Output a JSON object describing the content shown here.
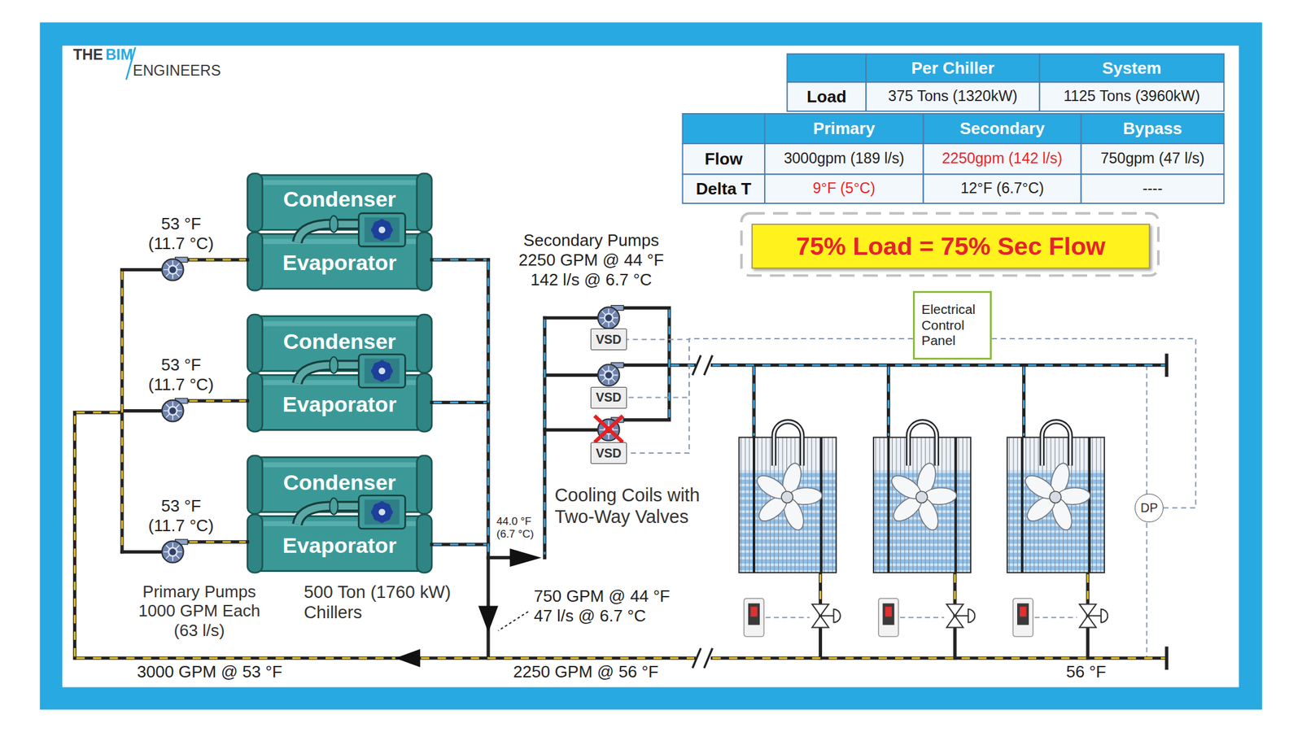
{
  "diagram": {
    "nodes": [
      {
        "text": [
          "75% Load = 75% Sec Flow"
        ]
      },
      {
        "text": [
          "Electrical Control Panel"
        ]
      },
      {
        "text": [
          "Condenser"
        ]
      },
      {
        "text": [
          "Evaporator"
        ]
      },
      {
        "text": [
          "Condenser"
        ]
      },
      {
        "text": [
          "Evaporator"
        ]
      },
      {
        "text": [
          "Condenser"
        ]
      },
      {
        "text": [
          "Evaporator"
        ]
      },
      {
        "text": [
          "VSD"
        ]
      },
      {
        "text": [
          "VSD"
        ]
      },
      {
        "text": [
          "VSD"
        ]
      },
      {
        "text": [
          "DP"
        ]
      }
    ],
    "edges": [
      {
        "from": 1,
        "to": 8,
        "arrow": "none"
      },
      {
        "from": 1,
        "to": 9,
        "arrow": "none"
      },
      {
        "from": 1,
        "to": 10,
        "arrow": "none"
      },
      {
        "from": 11,
        "to": 1,
        "arrow": "none"
      }
    ],
    "labels": [
      "THE",
      "BIM",
      "ENGINEERS",
      "Per Chiller",
      "System",
      "Load",
      "375 Tons (1320kW)",
      "1125 Tons (3960kW)",
      "Primary",
      "Secondary",
      "Bypass",
      "Flow",
      "3000gpm (189 l/s)",
      "2250gpm (142 l/s)",
      "750gpm (47 l/s)",
      "Delta T",
      "9°F (5°C)",
      "12°F (6.7°C)",
      "----",
      "53 °F (11.7 °C)",
      "53 °F (11.7 °C)",
      "53 °F (11.7 °C)",
      "Secondary Pumps 2250 GPM @ 44 °F 142 l/s @ 6.7 °C",
      "44.0 °F (6.7 °C)",
      "Cooling Coils with Two-Way Valves",
      "Primary Pumps 1000 GPM Each (63 l/s)",
      "500 Ton (1760 kW) Chillers",
      "750 GPM @ 44 °F 47 l/s @ 6.7 °C",
      "3000 GPM @ 53 °F",
      "2250 GPM @ 56 °F",
      "56 °F"
    ]
  }
}
